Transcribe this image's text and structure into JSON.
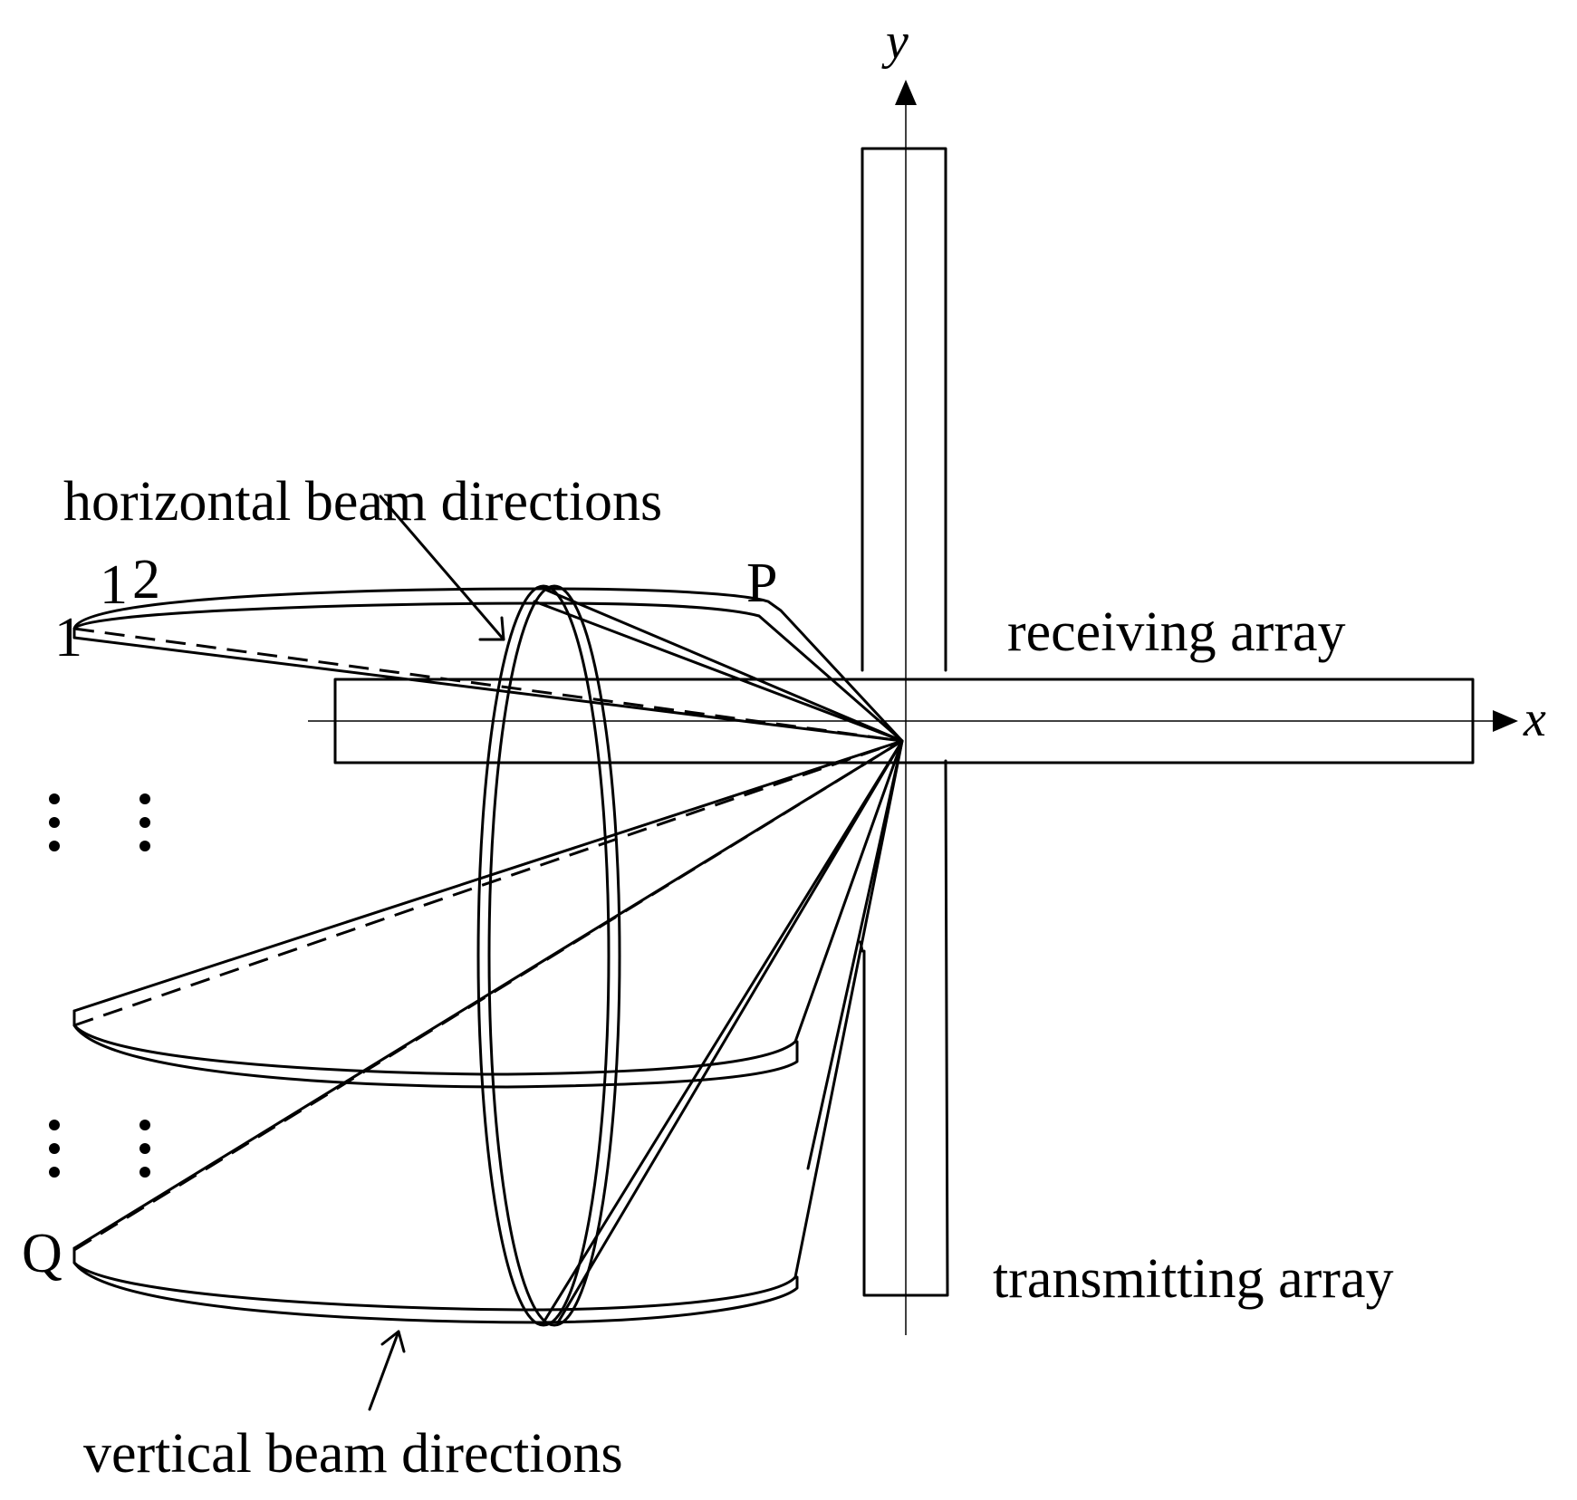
{
  "labels": {
    "x_axis": "x",
    "y_axis": "y",
    "horizontal_beam": "horizontal beam directions",
    "vertical_beam": "vertical beam directions",
    "receiving_array": "receiving array",
    "transmitting_array": "transmitting array",
    "beam_index_1": "1",
    "beam_index_2": "2",
    "vertical_index_1": "1",
    "point_p": "P",
    "point_q": "Q",
    "ellipsis": "⋮"
  }
}
